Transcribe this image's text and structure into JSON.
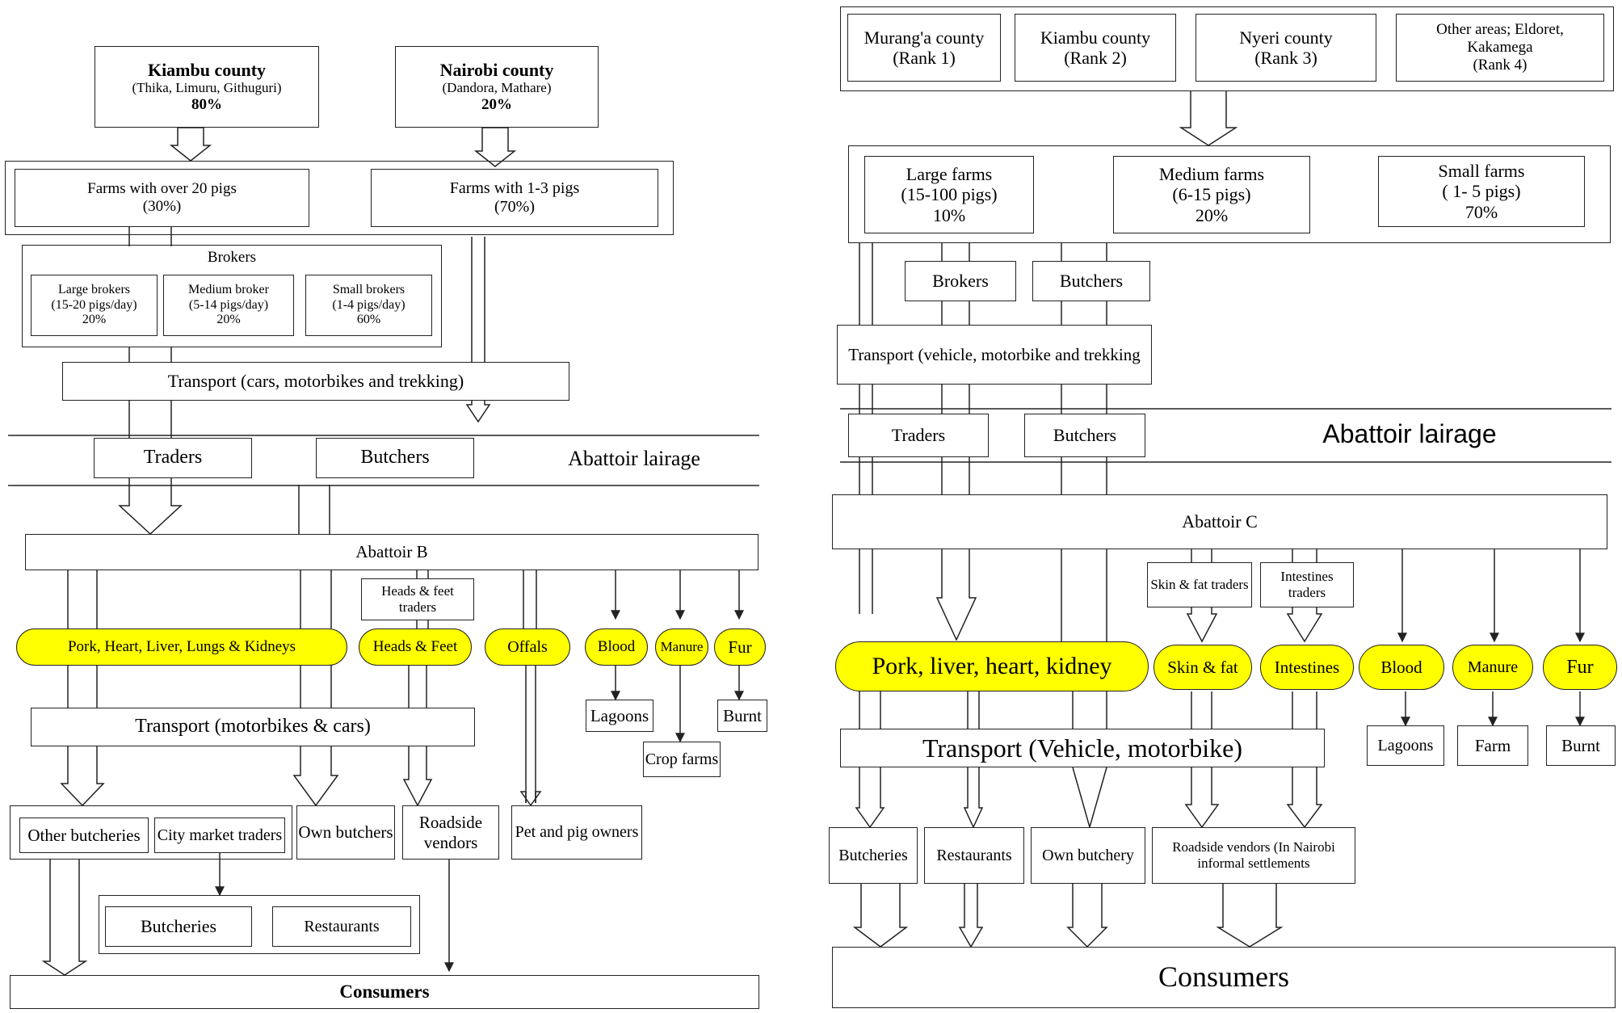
{
  "left": {
    "kiambu": {
      "title": "Kiambu county",
      "sub": "(Thika, Limuru, Githuguri)",
      "pct": "80%"
    },
    "nairobi": {
      "title": "Nairobi county",
      "sub": "(Dandora, Mathare)",
      "pct": "20%"
    },
    "farms_large": {
      "text": "Farms with over 20 pigs",
      "pct": "(30%)"
    },
    "farms_small": {
      "text": "Farms with 1-3 pigs",
      "pct": "(70%)"
    },
    "brokers": {
      "title": "Brokers",
      "large": {
        "name": "Large brokers",
        "rate": "(15-20 pigs/day)",
        "pct": "20%"
      },
      "medium": {
        "name": "Medium broker",
        "rate": "(5-14 pigs/day)",
        "pct": "20%"
      },
      "small": {
        "name": "Small brokers",
        "rate": "(1-4 pigs/day)",
        "pct": "60%"
      }
    },
    "transport1": "Transport (cars, motorbikes and trekking)",
    "traders": "Traders",
    "butchers": "Butchers",
    "lairage": "Abattoir lairage",
    "abattoir": "Abattoir B",
    "heads_feet_traders": "Heads & feet traders",
    "products": {
      "pork": "Pork, Heart, Liver, Lungs & Kidneys",
      "heads": "Heads & Feet",
      "offals": "Offals",
      "blood": "Blood",
      "manure": "Manure",
      "fur": "Fur"
    },
    "lagoons": "Lagoons",
    "crop_farms": "Crop farms",
    "burnt": "Burnt",
    "transport2": "Transport (motorbikes & cars)",
    "other_butcheries": "Other butcheries",
    "city_market": "City market traders",
    "own_butchers": "Own butchers",
    "roadside": "Roadside vendors",
    "pet_owners": "Pet and pig owners",
    "butcheries": "Butcheries",
    "restaurants": "Restaurants",
    "consumers": "Consumers"
  },
  "right": {
    "counties": {
      "muranga": {
        "name": "Murang'a county",
        "rank": "(Rank 1)"
      },
      "kiambu": {
        "name": "Kiambu county",
        "rank": "(Rank 2)"
      },
      "nyeri": {
        "name": "Nyeri county",
        "rank": "(Rank 3)"
      },
      "other": {
        "name": "Other areas; Eldoret,",
        "name2": "Kakamega",
        "rank": "(Rank 4)"
      }
    },
    "farms": {
      "large": {
        "name": "Large farms",
        "range": "(15-100 pigs)",
        "pct": "10%"
      },
      "medium": {
        "name": "Medium farms",
        "range": "(6-15 pigs)",
        "pct": "20%"
      },
      "small": {
        "name": "Small farms",
        "range": "( 1- 5 pigs)",
        "pct": "70%"
      }
    },
    "brokers": "Brokers",
    "butchers_top": "Butchers",
    "transport1": "Transport (vehicle, motorbike and trekking",
    "traders": "Traders",
    "butchers_lair": "Butchers",
    "lairage": "Abattoir lairage",
    "abattoir": "Abattoir C",
    "skin_traders": "Skin & fat traders",
    "intestine_traders": "Intestines traders",
    "products": {
      "pork": "Pork, liver, heart, kidney",
      "skin": "Skin & fat",
      "intestines": "Intestines",
      "blood": "Blood",
      "manure": "Manure",
      "fur": "Fur"
    },
    "lagoons": "Lagoons",
    "farm": "Farm",
    "burnt": "Burnt",
    "transport2": "Transport (Vehicle, motorbike)",
    "butcheries": "Butcheries",
    "restaurants": "Restaurants",
    "own_butchery": "Own butchery",
    "roadside": "Roadside vendors (In Nairobi informal settlements",
    "consumers": "Consumers"
  },
  "colors": {
    "product_fill": "#ffff00",
    "stroke": "#222222"
  }
}
